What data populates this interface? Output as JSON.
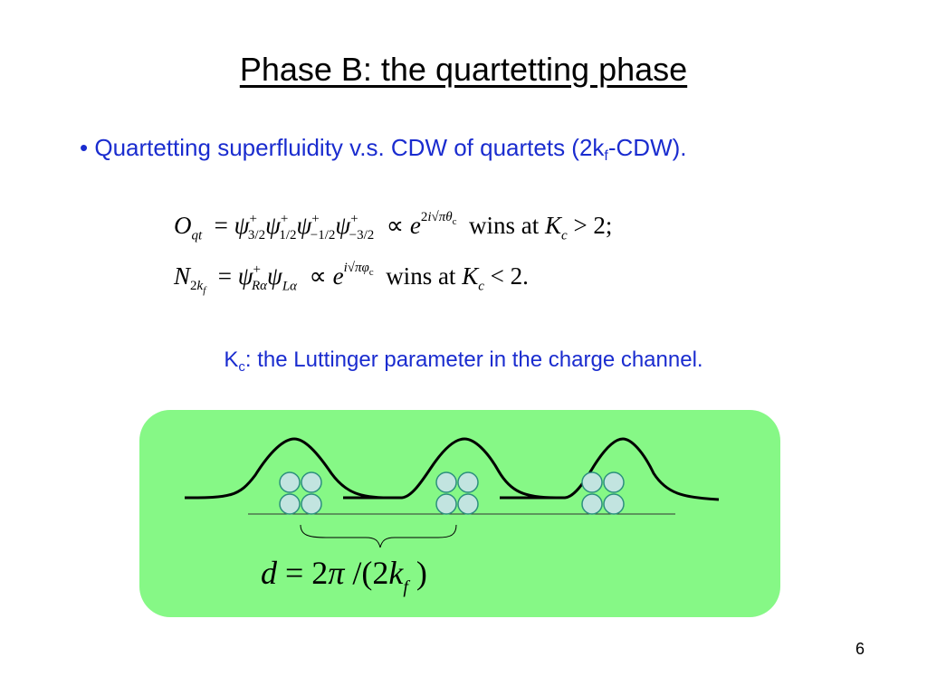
{
  "title": "Phase B: the quartetting phase",
  "bullet": {
    "marker": "•",
    "text_before": "Quartetting superfluidity v.s. CDW of quartets (2k",
    "sub": "f",
    "text_after": "-CDW)."
  },
  "equation1": {
    "lhs": "O",
    "lhs_sub": "qt",
    "wins_text": "wins at",
    "condition": "> 2;"
  },
  "equation2": {
    "lhs": "N",
    "wins_text": "wins at",
    "condition": "< 2."
  },
  "kc_note": {
    "k": "K",
    "sub": "c",
    "text": ": the Luttinger parameter in the  charge channel."
  },
  "diagram": {
    "background_color": "#86f886",
    "circle_fill": "#c2e4e0",
    "circle_stroke": "#2c8f7e",
    "quartet_count": 3,
    "formula": "d = 2π /(2k_f )"
  },
  "page_number": "6"
}
